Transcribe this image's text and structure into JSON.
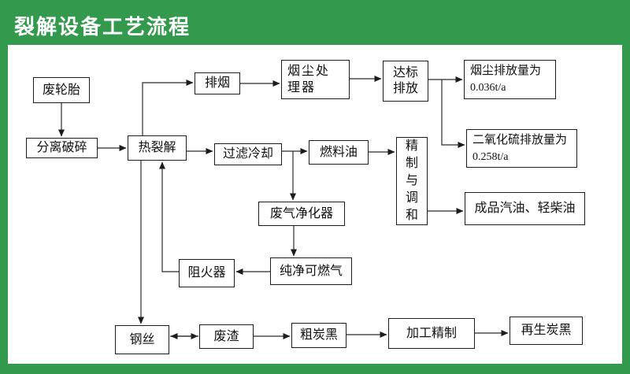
{
  "header": {
    "title": "裂解设备工艺流程",
    "bg_color": "#339a4d",
    "text_color": "#ffffff"
  },
  "diagram": {
    "type": "flowchart",
    "nodes": {
      "waste_tire": {
        "label": "废轮胎"
      },
      "separate_crush": {
        "label": "分离破碎"
      },
      "pyrolysis": {
        "label": "热裂解"
      },
      "smoke_exhaust": {
        "label": "排烟"
      },
      "dust_processor": {
        "label": "烟尘处理器"
      },
      "standard_discharge": {
        "label": "达标排放"
      },
      "dust_emission": {
        "line1": "烟尘排放量为",
        "line2": "0.036t/a"
      },
      "filter_cooling": {
        "label": "过滤冷却"
      },
      "fuel_oil": {
        "label": "燃料油"
      },
      "refine_blend": {
        "label": "精制与调和"
      },
      "so2_emission": {
        "line1": "二氧化硫排放量为",
        "line2": "0.258t/a"
      },
      "finished_oil": {
        "label": "成品汽油、轻柴油"
      },
      "gas_purifier": {
        "label": "废气净化器"
      },
      "pure_gas": {
        "label": "纯净可燃气"
      },
      "flame_arrester": {
        "label": "阻火器"
      },
      "steel_wire": {
        "label": "钢丝"
      },
      "waste_residue": {
        "label": "废渣"
      },
      "crude_carbon": {
        "label": "粗炭黑"
      },
      "refining": {
        "label": "加工精制"
      },
      "regen_carbon": {
        "label": "再生炭黑"
      }
    },
    "edges": [
      "废轮胎→分离破碎",
      "分离破碎→热裂解",
      "热裂解→排烟",
      "排烟→烟尘处理器",
      "烟尘处理器→达标排放",
      "达标排放→烟尘排放量为0.036t/a",
      "达标排放→二氧化硫排放量为0.258t/a",
      "热裂解→过滤冷却",
      "过滤冷却→燃料油",
      "燃料油→精制与调和",
      "过滤冷却→废气净化器",
      "废气净化器→纯净可燃气",
      "纯净可燃气→阻火器",
      "阻火器→热裂解",
      "热裂解→钢丝",
      "钢丝↔废渣",
      "废渣→粗炭黑",
      "粗炭黑→加工精制",
      "加工精制→再生炭黑",
      "精制与调和→成品汽油、轻柴油"
    ]
  }
}
